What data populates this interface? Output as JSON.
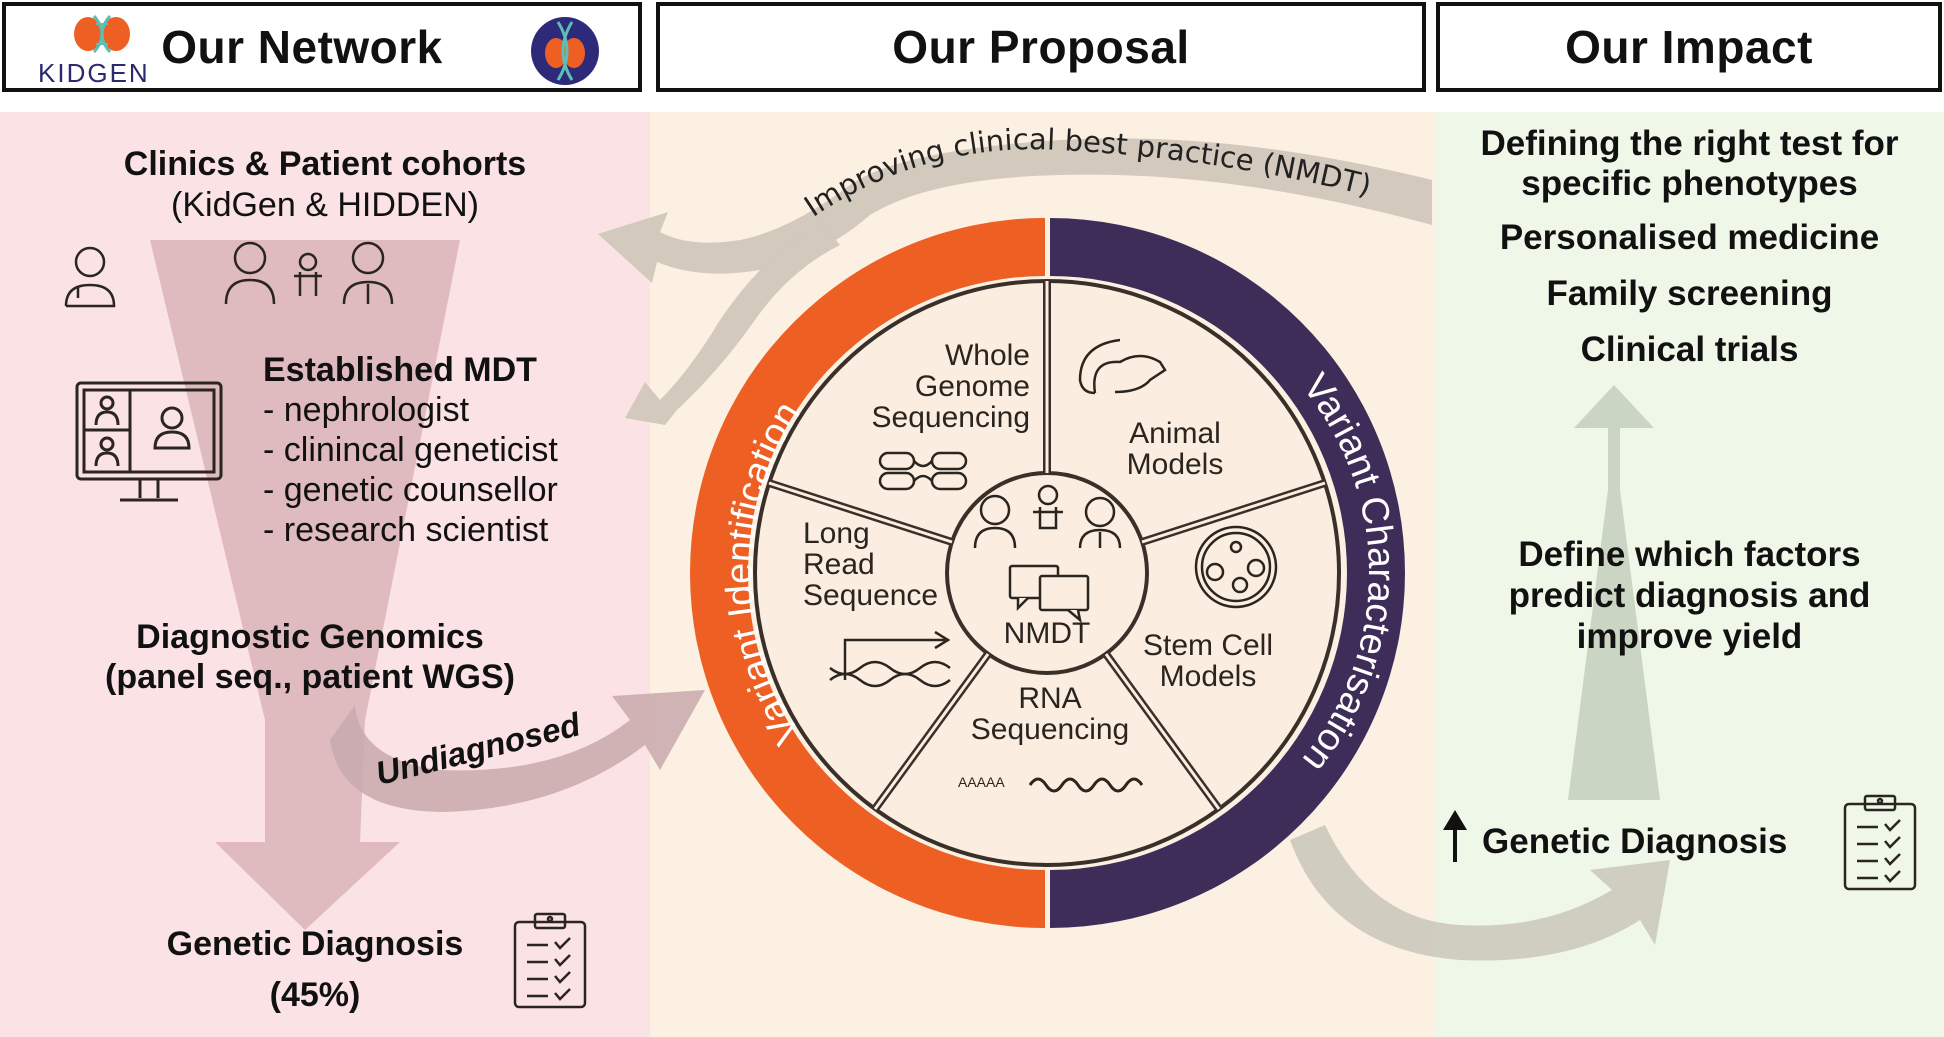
{
  "headers": {
    "network": "Our Network",
    "proposal": "Our Proposal",
    "impact": "Our Impact",
    "kidgen_logo_text": "KIDGEN"
  },
  "colors": {
    "orange": "#ee5f24",
    "purple": "#3f2d59",
    "left_bg": "#fbe2e4",
    "mid_bg": "#fcf0e2",
    "right_bg": "#eff7e8",
    "arrow_grey": "#d3c9bd"
  },
  "network": {
    "clinics_title": "Clinics & Patient cohorts",
    "clinics_sub": "(KidGen & HIDDEN)",
    "mdt_title": "Established MDT",
    "mdt_members": [
      "- nephrologist",
      "- clinincal geneticist",
      "- genetic counsellor",
      "- research scientist"
    ],
    "genomics_title": "Diagnostic Genomics",
    "genomics_sub": "(panel seq., patient WGS)",
    "undiagnosed": "Undiagnosed",
    "diagnosis_title": "Genetic Diagnosis",
    "diagnosis_rate": "(45%)"
  },
  "proposal": {
    "feedback_arrow": "Improving clinical best practice (NMDT)",
    "ring_left": "Variant Identification",
    "ring_right": "Variant Characterisation",
    "center": "NMDT",
    "segments": {
      "wgs": [
        "Whole",
        "Genome",
        "Sequencing"
      ],
      "long_read": [
        "Long",
        "Read",
        "Sequence"
      ],
      "rna": [
        "RNA",
        "Sequencing"
      ],
      "stem_cell": [
        "Stem Cell",
        "Models"
      ],
      "animal": [
        "Animal",
        "Models"
      ]
    },
    "polya": "AAAAA"
  },
  "impact": {
    "items": [
      "Defining the right test for",
      "specific phenotypes",
      "Personalised medicine",
      "Family screening",
      "Clinical trials"
    ],
    "factors": [
      "Define which factors",
      "predict diagnosis and",
      "improve yield"
    ],
    "diagnosis": "Genetic Diagnosis"
  }
}
